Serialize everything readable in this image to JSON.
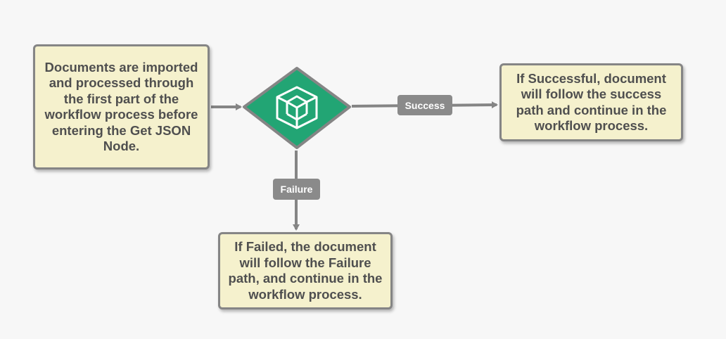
{
  "diagram": {
    "nodes": {
      "intro": {
        "text": "Documents are imported and processed through the first part of the workflow process before entering the Get JSON Node."
      },
      "get_json": {
        "icon": "cube-outline-icon",
        "fill_color": "#22a574",
        "border_color": "#858585"
      },
      "success_note": {
        "text": "If Successful, document will follow the success path and continue in the workflow process."
      },
      "failure_note": {
        "text": "If Failed, the document will follow the Failure path, and continue in the workflow process."
      }
    },
    "edges": {
      "success_label": "Success",
      "failure_label": "Failure"
    },
    "colors": {
      "note_fill": "#f5f1cd",
      "note_border": "#858585",
      "connector": "#858585",
      "label_fill": "#8a8a8a",
      "label_text": "#ffffff",
      "background": "#f7f7f7"
    }
  }
}
